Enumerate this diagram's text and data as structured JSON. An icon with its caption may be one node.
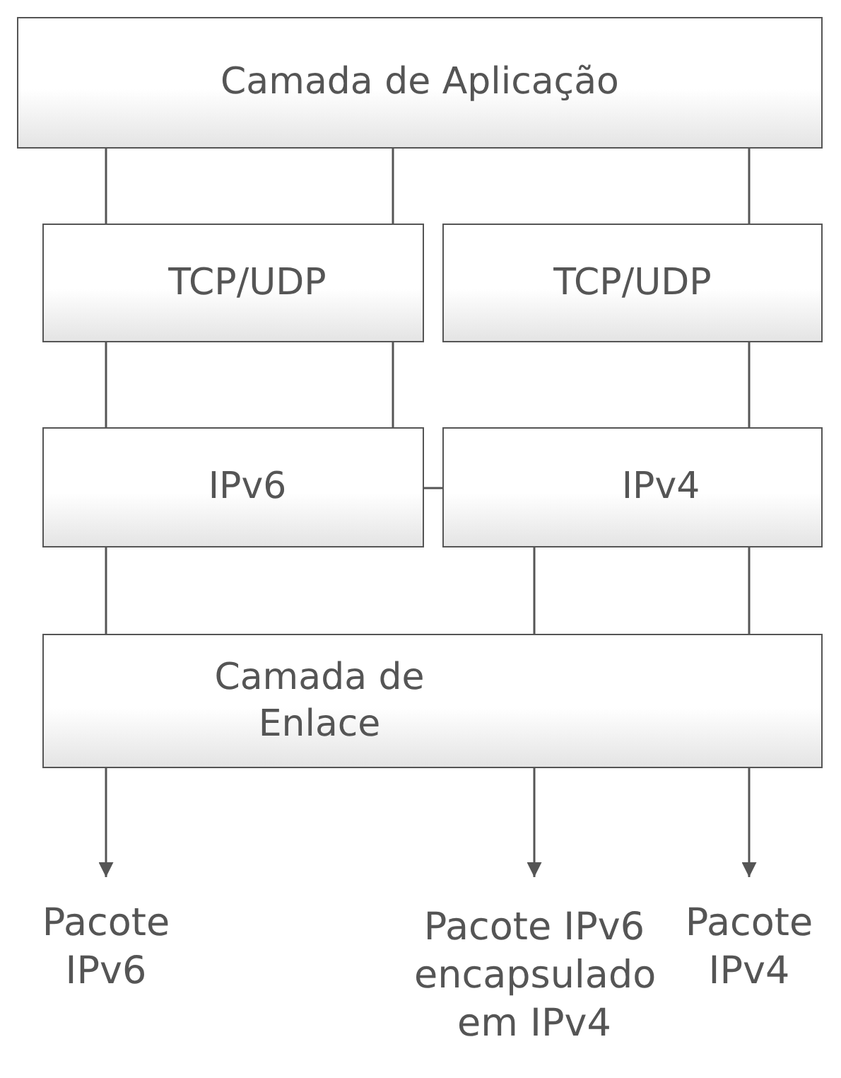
{
  "diagram": {
    "nodes": [
      {
        "text": [
          "Camada de Aplicação"
        ]
      },
      {
        "text": [
          "TCP/UDP"
        ]
      },
      {
        "text": [
          "TCP/UDP"
        ]
      },
      {
        "text": [
          "IPv6"
        ]
      },
      {
        "text": [
          "IPv4"
        ]
      },
      {
        "text": [
          "Camada de Enlace"
        ]
      },
      {
        "text": [
          "Pacote IPv6"
        ]
      },
      {
        "text": [
          "Pacote IPv6 encapsulado em IPv4"
        ]
      },
      {
        "text": [
          "Pacote IPv4"
        ]
      }
    ],
    "edges": [
      {
        "from": 0,
        "to": 1,
        "arrow": "none"
      },
      {
        "from": 1,
        "to": 3,
        "arrow": "none"
      },
      {
        "from": 3,
        "to": 5,
        "arrow": "none"
      },
      {
        "from": 5,
        "to": 6,
        "arrow": "to"
      },
      {
        "from": 0,
        "to": 1,
        "arrow": "none"
      },
      {
        "from": 1,
        "to": 3,
        "arrow": "none"
      },
      {
        "from": 3,
        "to": 4,
        "arrow": "none"
      },
      {
        "from": 4,
        "to": 5,
        "arrow": "none"
      },
      {
        "from": 5,
        "to": 7,
        "arrow": "to"
      },
      {
        "from": 0,
        "to": 2,
        "arrow": "none"
      },
      {
        "from": 2,
        "to": 4,
        "arrow": "none"
      },
      {
        "from": 4,
        "to": 5,
        "arrow": "none"
      },
      {
        "from": 5,
        "to": 8,
        "arrow": "to"
      }
    ]
  }
}
